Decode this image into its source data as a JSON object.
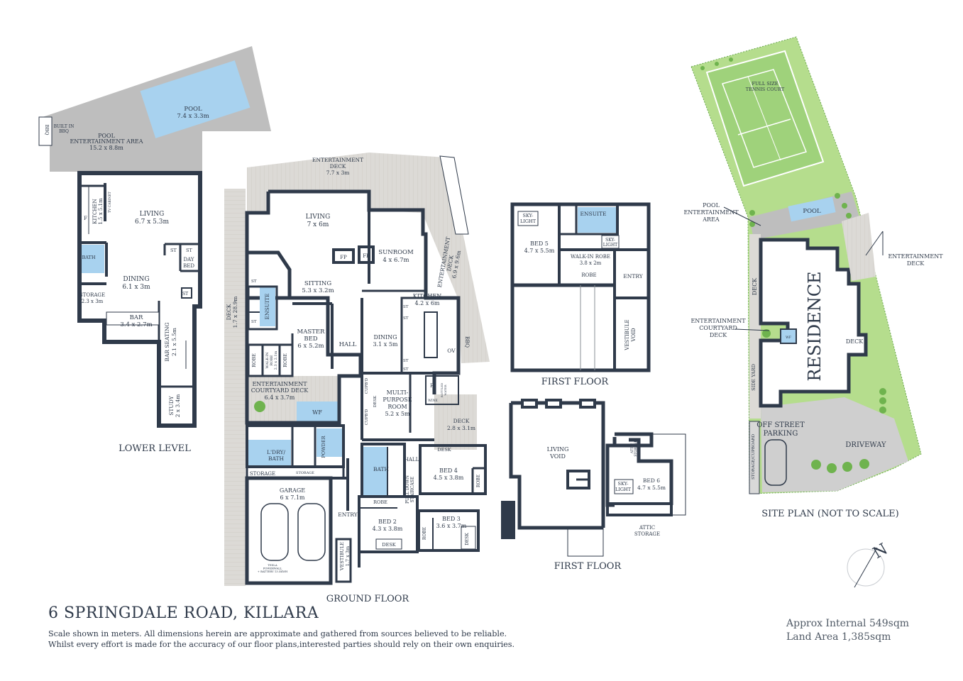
{
  "title": "6 SPRINGDALE ROAD, KILLARA",
  "disclaimer": [
    "Scale shown in meters. All dimensions herein are approximate and gathered from sources believed to be  reliable.",
    "Whilst every effort is made for the accuracy of our floor plans,interested parties should rely on their own enquiries."
  ],
  "area": {
    "internal": "Approx Internal 549sqm",
    "land": "Land Area 1,385sqm"
  },
  "level_titles": {
    "lower": "LOWER LEVEL",
    "ground": "GROUND FLOOR",
    "first_a": "FIRST FLOOR",
    "first_b": "FIRST FLOOR",
    "site": "SITE PLAN (NOT TO SCALE)"
  },
  "colors": {
    "wall": "#2f3a4a",
    "deck": "#dcdad6",
    "grey": "#bebebe",
    "water": "#a8d2ef",
    "lawn": "#b5dd8d",
    "court": "#9fd27b",
    "text": "#2f3a4a"
  },
  "lower": {
    "pool": [
      "POOL",
      "7.4 x 3.3m"
    ],
    "pool_area": [
      "POOL",
      "ENTERTAINMENT AREA",
      "15.2 x 8.8m"
    ],
    "built_in": [
      "BUILT IN",
      "BBQ"
    ],
    "bbq": "BBQ",
    "living": [
      "LIVING",
      "6.7 x 5.3m"
    ],
    "kitchen": [
      "KITCHEN",
      "1.5 x 5.1m"
    ],
    "tv": "TV CABINET",
    "bath": "BATH",
    "dining": [
      "DINING",
      "6.1 x 3m"
    ],
    "st1": "ST",
    "st2": "ST",
    "st3": "ST",
    "daybed": [
      "DAY",
      "BED"
    ],
    "storage": [
      "STORAGE",
      "2.3 x 3m"
    ],
    "bar": [
      "BAR",
      "3.4 x 2.7m"
    ],
    "bar_seating": [
      "BAR SEATING",
      "2.1 x 5.5m"
    ],
    "study": [
      "STUDY",
      "2 x 3.4m"
    ],
    "fridge": "F"
  },
  "ground": {
    "ent_deck": [
      "ENTERTAINMENT",
      "DECK",
      "7.7 x 3m"
    ],
    "living": [
      "LIVING",
      "7 x 6m"
    ],
    "fp1": "FP",
    "fp2": "FP",
    "sunroom": [
      "SUNROOM",
      "4 x 6.7m"
    ],
    "ent_deck_side": [
      "ENTERTAINMENT",
      "DECK",
      "6.9 x 9.6m"
    ],
    "sitting": [
      "SITTING",
      "5.3 x 3.2m"
    ],
    "kitchen": [
      "KITCHEN",
      "4.2 x 6m"
    ],
    "deck_side": [
      "DECK",
      "1.7 x 28.9m"
    ],
    "ensuite": "ENSUITE",
    "master": [
      "MASTER",
      "BED",
      "6 x 5.2m"
    ],
    "hall": "HALL",
    "dining": [
      "DINING",
      "3.1 x 5m"
    ],
    "ov": "OV",
    "bbq": "BBQ",
    "robe": "ROBE",
    "walkin": [
      "WALK-IN",
      "ROBE",
      "2.3 x 2.1m"
    ],
    "robe2": "ROBE",
    "court_deck": [
      "ENTERTAINMENT",
      "COURTYARD DECK",
      "6.4 x 3.7m"
    ],
    "wf": "WF",
    "multi": [
      "MULTI-",
      "PURPOSE",
      "ROOM",
      "5.2 x 5m"
    ],
    "cupb1": "CUPB'D",
    "cupb2": "CUPB'D",
    "desk_mp": "DESK",
    "fridge": "F",
    "wine": "WINE",
    "bottled": [
      "BOTTLED",
      "WATER"
    ],
    "deck_small": [
      "DECK",
      "2.8 x 3.1m"
    ],
    "ldry": [
      "L'DRY/",
      "BATH"
    ],
    "powder": "POWDER",
    "storage1": "STORAGE",
    "storage2": "STORAGE",
    "bath": "BATH",
    "hall2": "HALL",
    "desk4": "DESK",
    "bed4": [
      "BED 4",
      "4.5 x 3.8m"
    ],
    "robe4": "ROBE",
    "stair": [
      "PULL DOWN",
      "STAIRCASE"
    ],
    "garage": [
      "GARAGE",
      "6 x 7.1m"
    ],
    "entry": "ENTRY",
    "robe_b2": "ROBE",
    "bed2": [
      "BED 2",
      "4.3 x 3.8m"
    ],
    "bed3": [
      "BED 3",
      "3.6 x 3.7m"
    ],
    "robe3": "ROBE",
    "desk2": "DESK",
    "desk3": "DESK",
    "vestibule": [
      "VESTIBULE",
      "1.7 x 3m"
    ],
    "tesla": [
      "TESLA",
      "POWERWALL",
      "+ BATTERY 13.5KWH"
    ],
    "st_labels": [
      "ST",
      "ST",
      "ST",
      "ST",
      "ST",
      "ST"
    ]
  },
  "first_a": {
    "skylight": [
      "SKY-",
      "LIGHT"
    ],
    "ensuite": "ENSUITE",
    "skylight2": [
      "SKY-",
      "LIGHT"
    ],
    "bed5": [
      "BED 5",
      "4.7 x 5.5m"
    ],
    "walkin": [
      "WALK-IN ROBE",
      "3.8 x 2m"
    ],
    "robe": "ROBE",
    "entry": "ENTRY",
    "void": [
      "VESTIBULE",
      "VOID"
    ]
  },
  "first_b": {
    "living_void": [
      "LIVING",
      "VOID"
    ],
    "skylight": [
      "SKY-",
      "LIGHT"
    ],
    "attic1": [
      "ATTIC",
      "STORAGE"
    ],
    "bed6": [
      "BED 6",
      "4.7 x 5.5m"
    ],
    "attic2": [
      "ATTIC",
      "STORAGE"
    ]
  },
  "site": {
    "tennis": [
      "FULL SIZE",
      "TENNIS COURT"
    ],
    "pool": "POOL",
    "pool_area": [
      "POOL",
      "ENTERTAINMENT",
      "AREA"
    ],
    "ent_deck": [
      "ENTERTAINMENT",
      "DECK"
    ],
    "deck": "DECK",
    "residence": "RESIDENCE",
    "court_deck": [
      "ENTERTAINMENT",
      "COURTYARD",
      "DECK"
    ],
    "deck2": "DECK",
    "side_yard": "SIDE YARD",
    "parking": [
      "OFF STREET",
      "PARKING"
    ],
    "driveway": "DRIVEWAY",
    "storage": "STORAGE/CUPBOARD",
    "wf": "WF"
  },
  "compass": "N"
}
